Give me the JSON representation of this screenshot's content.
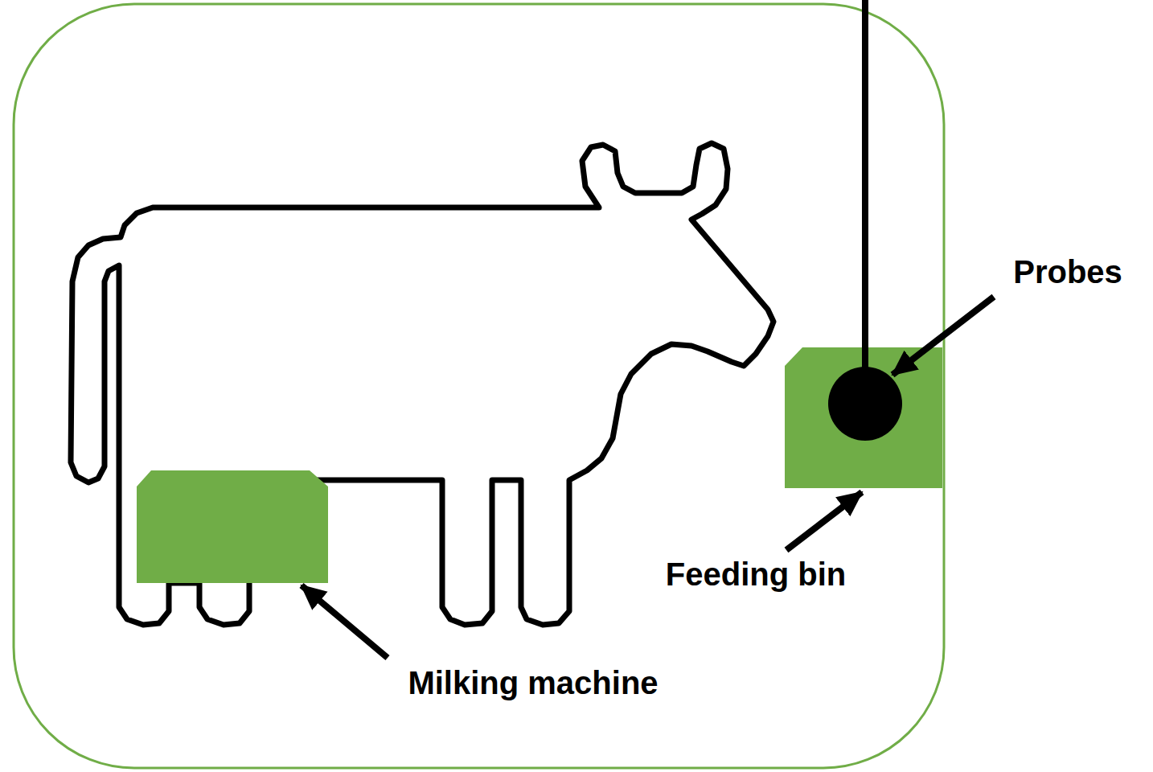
{
  "diagram": {
    "labels": [
      "Probes",
      "Feeding bin",
      "Milking machine"
    ]
  }
}
